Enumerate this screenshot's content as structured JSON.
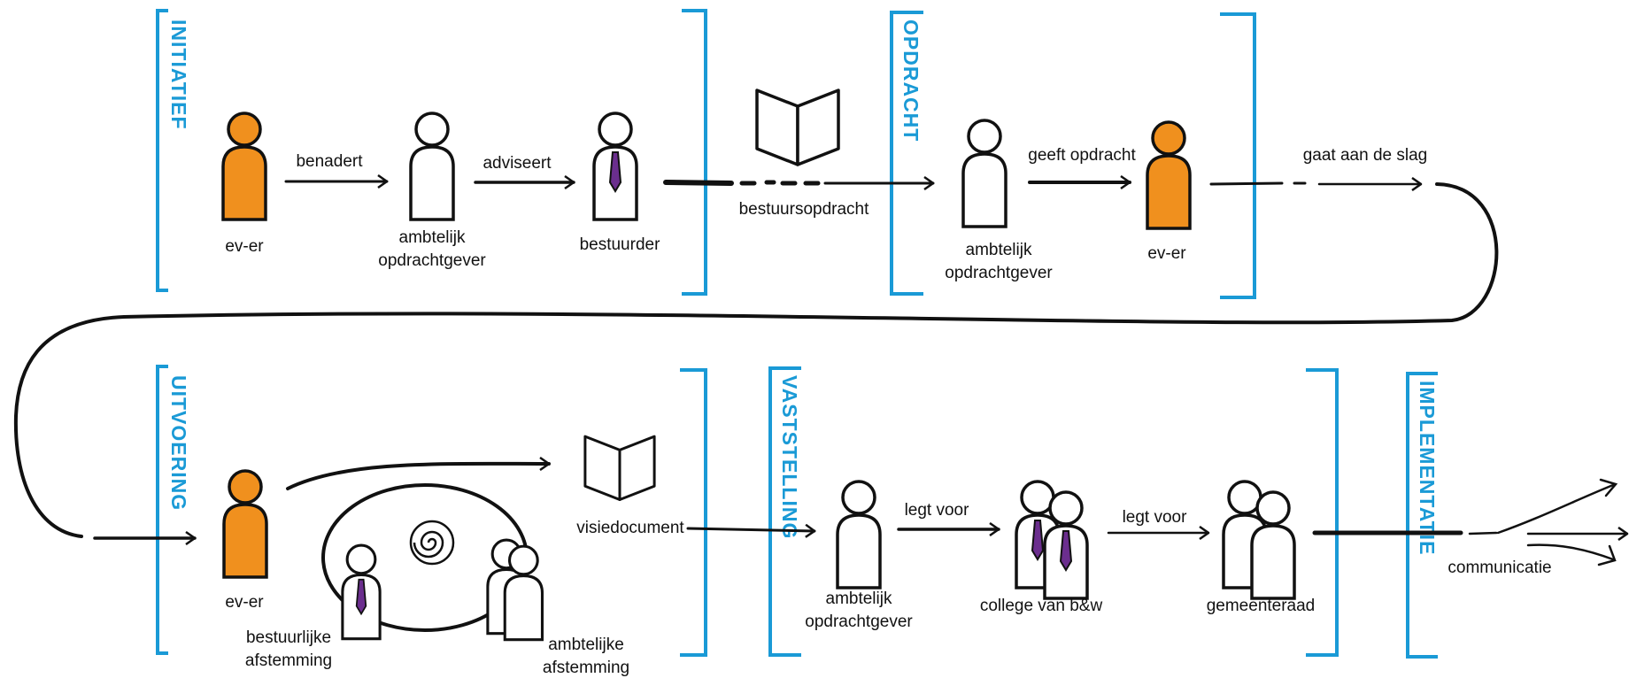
{
  "colors": {
    "bracket": "#1a9ad6",
    "orange": "#f0901e",
    "tie": "#6b2e8e",
    "line": "#111111"
  },
  "phases": {
    "initiatief": "INITIATIEF",
    "opdracht": "OPDRACHT",
    "uitvoering": "UITVOERING",
    "vaststelling": "VASTSTELLING",
    "implementatie": "IMPLEMENTATIE"
  },
  "actors": {
    "ever_1": "ev-er",
    "ambtelijk_1": [
      "ambtelijk",
      "opdrachtgever"
    ],
    "bestuurder": "bestuurder",
    "ambtelijk_2": [
      "ambtelijk",
      "opdrachtgever"
    ],
    "ever_2": "ev-er",
    "ever_3": "ev-er",
    "bestuurlijk": [
      "bestuurlijke",
      "afstemming"
    ],
    "ambtelijke": [
      "ambtelijke",
      "afstemming"
    ],
    "ambtelijk_3": [
      "ambtelijk",
      "opdrachtgever"
    ],
    "college": "college van b&w",
    "gemeenteraad": "gemeenteraad"
  },
  "actions": {
    "benadert": "benadert",
    "adviseert": "adviseert",
    "bestuursopdracht": "bestuursopdracht",
    "geeft_opdracht": "geeft opdracht",
    "gaat_aan_de_slag": "gaat aan de slag",
    "visiedocument": "visiedocument",
    "legt_voor_1": "legt voor",
    "legt_voor_2": "legt voor",
    "communicatie": "communicatie"
  },
  "icons": [
    "person-icon",
    "person-with-tie-icon",
    "open-book-icon",
    "spiral-icon",
    "meeting-table-icon",
    "person-pair-icon"
  ]
}
